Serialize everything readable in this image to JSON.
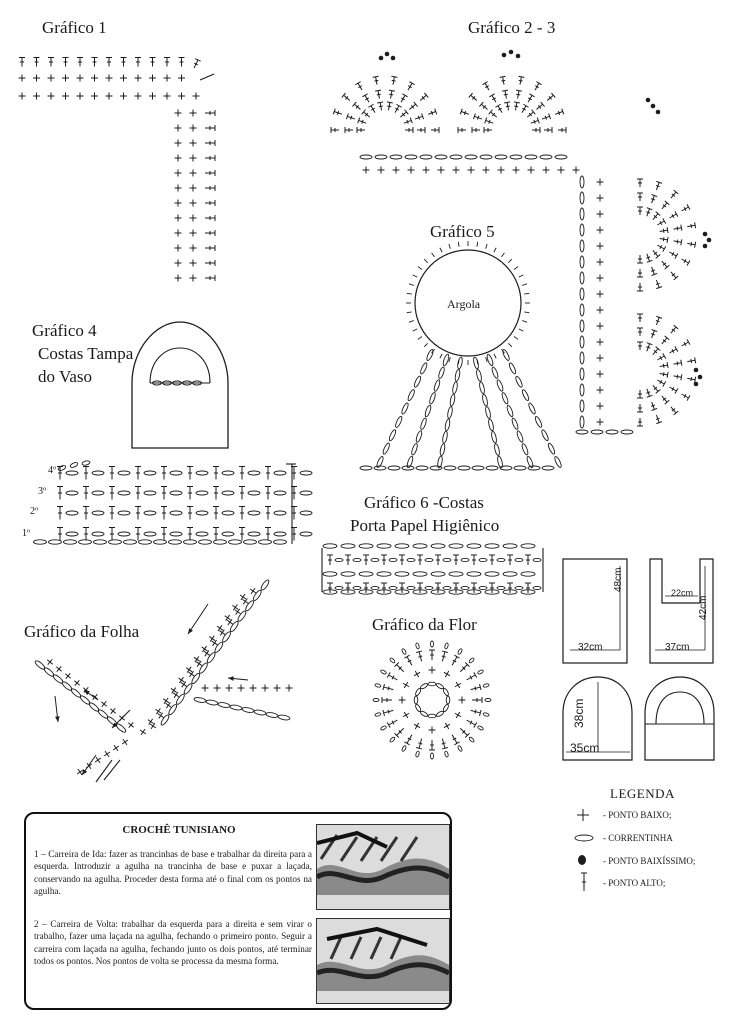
{
  "titles": {
    "grafico1": "Gráfico 1",
    "grafico23": "Gráfico 2 - 3",
    "grafico5": "Gráfico 5",
    "argola": "Argola",
    "grafico4_l1": "Gráfico 4",
    "grafico4_l2": "Costas Tampa",
    "grafico4_l3": "do Vaso",
    "grafico6_l1": "Gráfico 6 -Costas",
    "grafico6_l2": "Porta Papel Higiênico",
    "folha": "Gráfico da  Folha",
    "flor": "Gráfico da Flor"
  },
  "rows": {
    "r4": "4º",
    "r3": "3º",
    "r2": "2º",
    "r1": "1º"
  },
  "dimensions": {
    "d48": "48cm",
    "d32": "32cm",
    "d22": "22cm",
    "d42": "42cm",
    "d37": "37cm",
    "d38": "38cm",
    "d35": "35cm"
  },
  "legend": {
    "title": "LEGENDA",
    "items": [
      {
        "symbol": "cross-icon",
        "label": "- PONTO BAIXO;"
      },
      {
        "symbol": "oval-icon",
        "label": "- CORRENTINHA"
      },
      {
        "symbol": "dot-icon",
        "label": "- PONTO BAIXÍSSIMO;"
      },
      {
        "symbol": "tall-stitch-icon",
        "label": "- PONTO ALTO;"
      }
    ]
  },
  "instructions": {
    "title": "CROCHÊ TUNISIANO",
    "p1": "1 – Carreira de Ida: fazer as trancinhas de base e trabalhar da direita para a esquerda. Introduzir a agulha na trancinha de base e puxar a laçada, conservando na agulha. Proceder desta forma até o final com os pontos na agulha.",
    "p2": "2 – Carreira de Volta: trabalhar da esquerda para a direita e sem virar o trabalho, fazer uma laçada na agulha, fechando o primeiro ponto. Seguir a carreira com laçada na agulha, fechando junto os dois pontos, até terminar todos os pontos. Nos pontos de volta se processa da mesma forma."
  }
}
